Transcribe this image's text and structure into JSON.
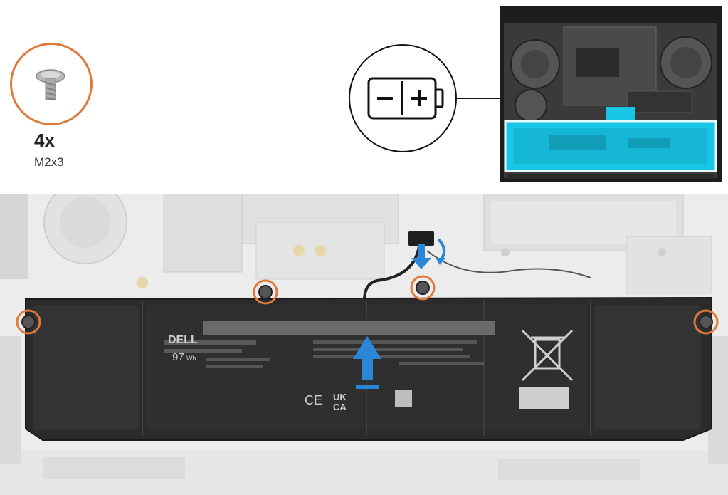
{
  "callout": {
    "count": "4x",
    "size": "M2x3"
  },
  "battery_label": {
    "brand": "DELL",
    "capacity_value": "97",
    "capacity_unit": "Wh",
    "certifications": [
      "CE",
      "UK",
      "CA"
    ]
  },
  "icons": {
    "screw": "screw-icon",
    "battery_symbol": "battery-polarity-icon",
    "disposal": "crossed-bin-icon",
    "lift_arrow": "lift-arrow-icon",
    "disconnect_arrow": "disconnect-arrow-icon"
  },
  "colors": {
    "callout_ring": "#e07a3a",
    "highlight": "#19c6e6",
    "arrow": "#2a86d6",
    "battery_body": "#2b2b2b"
  }
}
